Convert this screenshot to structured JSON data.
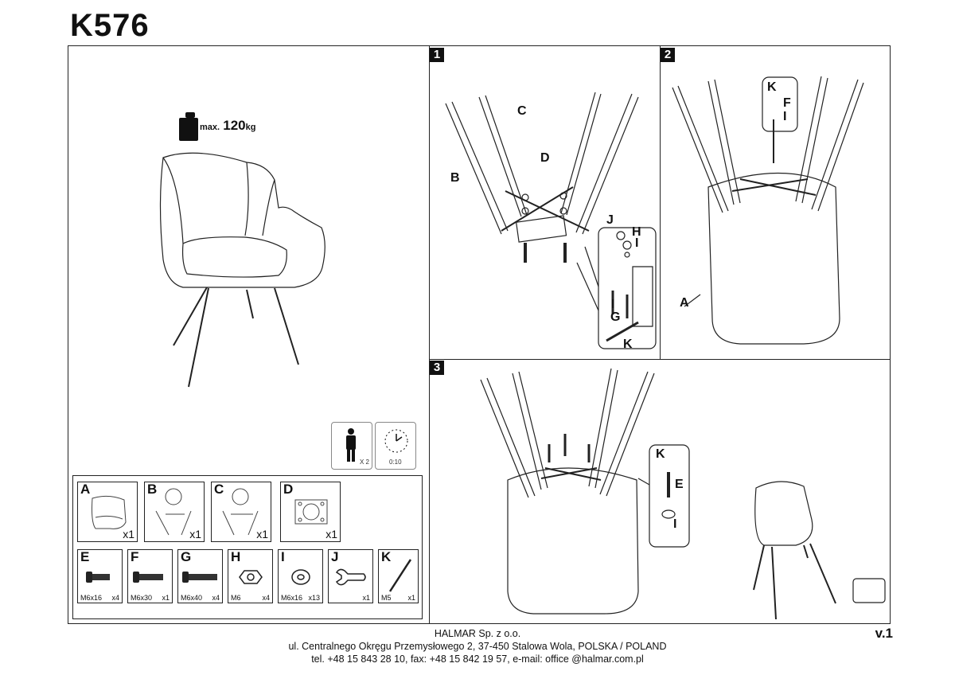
{
  "header": {
    "model": "K576"
  },
  "load": {
    "prefix": "max.",
    "value": "120",
    "unit": "kg"
  },
  "panels": [
    {
      "number": "1",
      "labels": [
        "B",
        "C",
        "D",
        "J",
        "H",
        "I",
        "I",
        "G",
        "K"
      ]
    },
    {
      "number": "2",
      "labels": [
        "K",
        "F",
        "I",
        "A"
      ]
    },
    {
      "number": "3",
      "labels": [
        "K",
        "E",
        "I"
      ]
    }
  ],
  "assembly_info": {
    "persons": "X 2",
    "time": "0:10"
  },
  "parts_large": [
    {
      "letter": "A",
      "qty": "x1"
    },
    {
      "letter": "B",
      "qty": "x1"
    },
    {
      "letter": "C",
      "qty": "x1"
    },
    {
      "letter": "D",
      "qty": "x1"
    }
  ],
  "parts_small": [
    {
      "letter": "E",
      "spec": "M6x16",
      "qty": "x4"
    },
    {
      "letter": "F",
      "spec": "M6x30",
      "qty": "x1"
    },
    {
      "letter": "G",
      "spec": "M6x40",
      "qty": "x4"
    },
    {
      "letter": "H",
      "spec": "M6",
      "qty": "x4"
    },
    {
      "letter": "I",
      "spec": "M6x16",
      "qty": "x13"
    },
    {
      "letter": "J",
      "spec": "",
      "qty": "x1"
    },
    {
      "letter": "K",
      "spec": "M5",
      "qty": "x1"
    }
  ],
  "footer": {
    "company": "HALMAR Sp. z o.o.",
    "address": "ul. Centralnego Okręgu Przemysłowego 2, 37-450 Stalowa Wola, POLSKA / POLAND",
    "contact": "tel. +48 15 843 28 10, fax: +48 15 842 19 57, e-mail: office @halmar.com.pl",
    "version": "v.1"
  },
  "icons": [
    "weight-icon",
    "person-icon",
    "clock-icon",
    "wrench-icon",
    "hex-key-icon",
    "flip-arrows-icon"
  ]
}
